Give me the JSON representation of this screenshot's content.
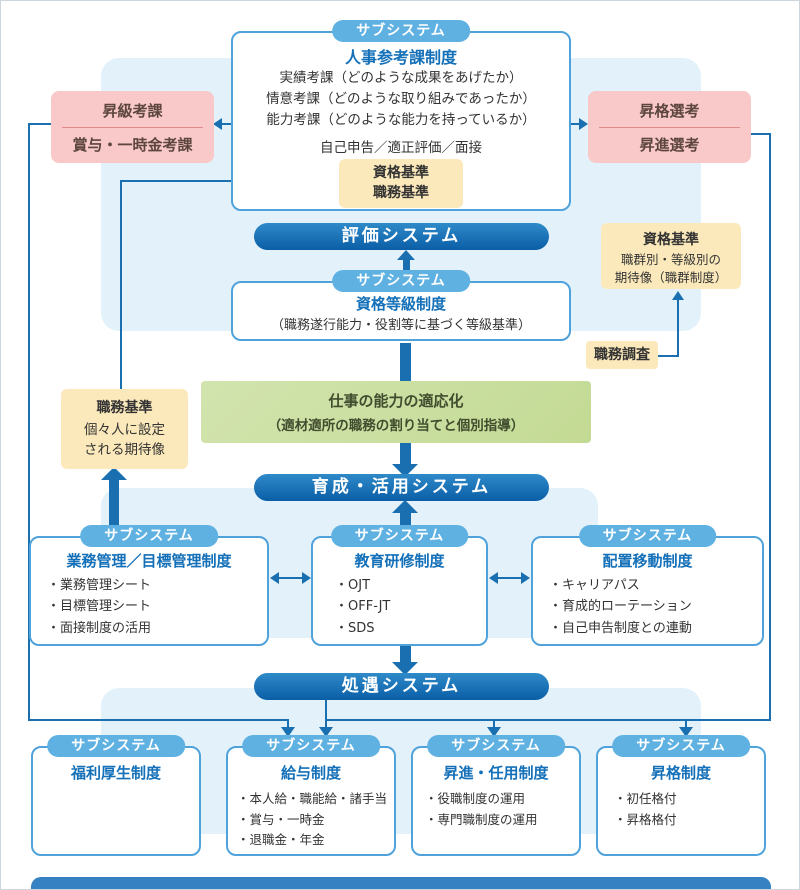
{
  "badge_label": "サブシステム",
  "colors": {
    "accent_blue": "#1470b8",
    "connector_blue": "#1a6fb0",
    "panel_blue": "#e2f1fa",
    "badge_blue": "#5fb1e2",
    "pink": "#f9c8c8",
    "yellow": "#fbe9bb",
    "green": "#c9de9f"
  },
  "system_banners": {
    "evaluation": "評価システム",
    "development": "育成・活用システム",
    "treatment": "処遇システム"
  },
  "personnel_appraisal_box": {
    "title": "人事参考課制度",
    "lines": [
      "実績考課（どのような成果をあげたか）",
      "情意考課（どのような取り組みであったか）",
      "能力考課（どのような能力を持っているか）"
    ],
    "sub_line": "自己申告／適正評価／面接",
    "inner_box": {
      "line1": "資格基準",
      "line2": "職務基準"
    }
  },
  "pink_left": {
    "top": "昇級考課",
    "bottom": "賞与・一時金考課"
  },
  "pink_right": {
    "top": "昇格選考",
    "bottom": "昇進選考"
  },
  "grade_box": {
    "title": "資格等級制度",
    "body": "（職務遂行能力・役割等に基づく等級基準）"
  },
  "qualification_standard_box": {
    "title": "資格基準",
    "body1": "職群別・等級別の",
    "body2": "期待像（職群制度）"
  },
  "job_survey_label": "職務調査",
  "job_standard_box": {
    "title": "職務基準",
    "body1": "個々人に設定",
    "body2": "される期待像"
  },
  "green_box": {
    "line1": "仕事の能力の適応化",
    "line2": "（適材適所の職務の割り当てと個別指導）"
  },
  "mid_boxes": [
    {
      "title": "業務管理／目標管理制度",
      "items": [
        "・業務管理シート",
        "・目標管理シート",
        "・面接制度の活用"
      ]
    },
    {
      "title": "教育研修制度",
      "items": [
        "・OJT",
        "・OFF-JT",
        "・SDS"
      ]
    },
    {
      "title": "配置移動制度",
      "items": [
        "・キャリアパス",
        "・育成的ローテーション",
        "・自己申告制度との連動"
      ]
    }
  ],
  "bottom_boxes": [
    {
      "title": "福利厚生制度",
      "items": []
    },
    {
      "title": "給与制度",
      "items": [
        "・本人給・職能給・諸手当",
        "・賞与・一時金",
        "・退職金・年金"
      ]
    },
    {
      "title": "昇進・任用制度",
      "items": [
        "・役職制度の運用",
        "・専門職制度の運用"
      ]
    },
    {
      "title": "昇格制度",
      "items": [
        "・初任格付",
        "・昇格格付"
      ]
    }
  ]
}
